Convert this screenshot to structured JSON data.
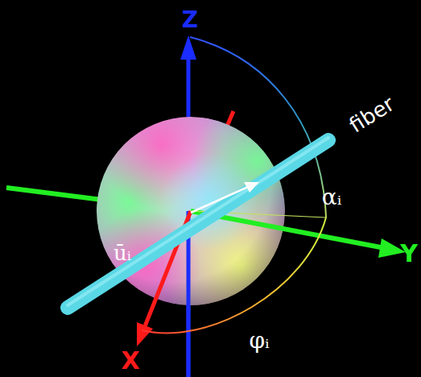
{
  "diagram": {
    "labels": [
      "Z",
      "Y",
      "X",
      "fiber",
      "αᵢ",
      "φᵢ",
      "ūᵢ"
    ]
  }
}
